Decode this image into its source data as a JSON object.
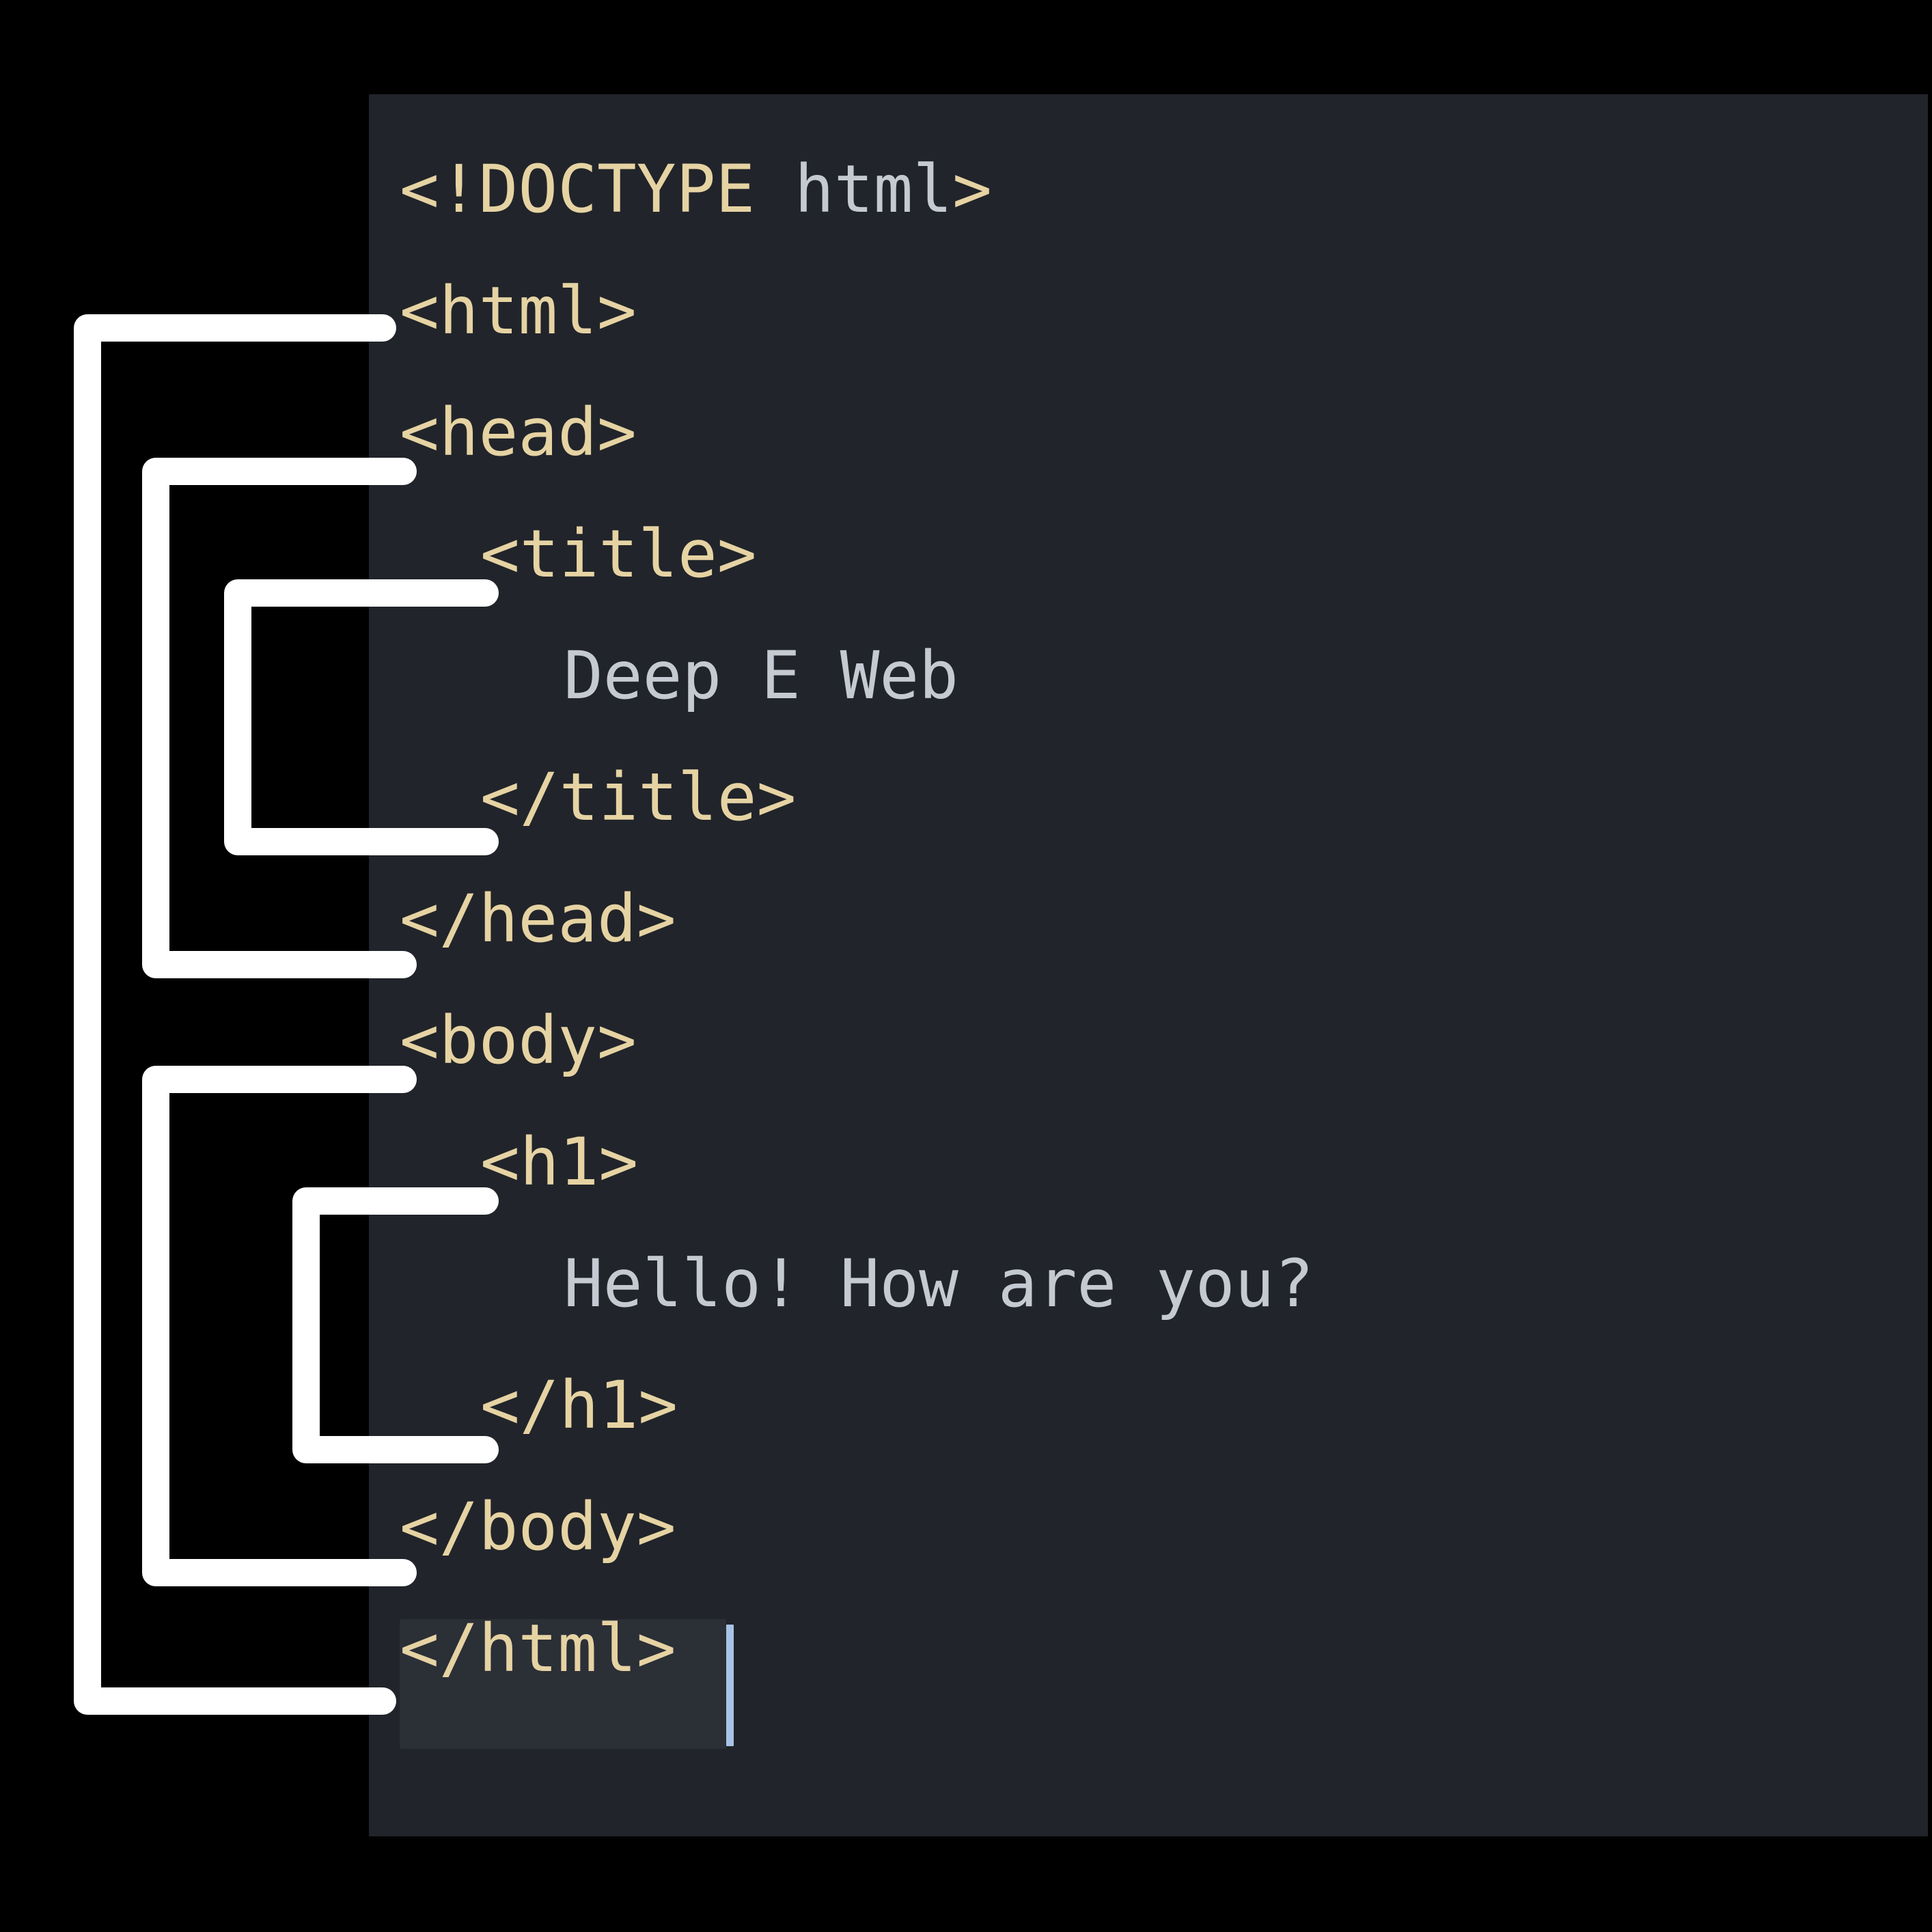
{
  "editor": {
    "background_color": "#21242a",
    "page_background_color": "#000000",
    "tag_color": "#e6d3a3",
    "text_color": "#c5cad2",
    "highlight_color": "#2b2f36",
    "caret_color": "#a9c3e6",
    "bracket_color": "#ffffff",
    "lines": [
      {
        "indent": 0,
        "tag_before": "<!DOCTYPE ",
        "text": "html",
        "tag_after": ">"
      },
      {
        "indent": 0,
        "tag_before": "<html>",
        "text": "",
        "tag_after": ""
      },
      {
        "indent": 0,
        "tag_before": "<head>",
        "text": "",
        "tag_after": ""
      },
      {
        "indent": 1,
        "tag_before": "<title>",
        "text": "",
        "tag_after": ""
      },
      {
        "indent": 2,
        "tag_before": "",
        "text": "Deep E Web",
        "tag_after": ""
      },
      {
        "indent": 1,
        "tag_before": "</title>",
        "text": "",
        "tag_after": ""
      },
      {
        "indent": 0,
        "tag_before": "</head>",
        "text": "",
        "tag_after": ""
      },
      {
        "indent": 0,
        "tag_before": "<body>",
        "text": "",
        "tag_after": ""
      },
      {
        "indent": 1,
        "tag_before": "<h1>",
        "text": "",
        "tag_after": ""
      },
      {
        "indent": 2,
        "tag_before": "",
        "text": "Hello! How are you?",
        "tag_after": ""
      },
      {
        "indent": 1,
        "tag_before": "</h1>",
        "text": "",
        "tag_after": ""
      },
      {
        "indent": 0,
        "tag_before": "</body>",
        "text": "",
        "tag_after": ""
      },
      {
        "indent": 0,
        "tag_before": "</html>",
        "text": "",
        "tag_after": ""
      }
    ]
  },
  "code_text": {
    "doctype": "<!DOCTYPE ",
    "doctype_name": "html",
    "doctype_close": ">",
    "html_open": "<html>",
    "head_open": "<head>",
    "title_open": "<title>",
    "title_content": "Deep E Web",
    "title_close": "</title>",
    "head_close": "</head>",
    "body_open": "<body>",
    "h1_open": "<h1>",
    "h1_content": "Hello! How are you?",
    "h1_close": "</h1>",
    "body_close": "</body>",
    "html_close": "</html>"
  },
  "brackets": [
    {
      "name": "html-pair",
      "label": "html element pair",
      "from": "<html>",
      "to": "</html>"
    },
    {
      "name": "head-pair",
      "label": "head element pair",
      "from": "<head>",
      "to": "</head>"
    },
    {
      "name": "title-pair",
      "label": "title element pair",
      "from": "<title>",
      "to": "</title>"
    },
    {
      "name": "body-pair",
      "label": "body element pair",
      "from": "<body>",
      "to": "</body>"
    },
    {
      "name": "h1-pair",
      "label": "h1 element pair",
      "from": "<h1>",
      "to": "</h1>"
    }
  ],
  "cursor": {
    "line": "</html>",
    "position_after": "</html>"
  }
}
